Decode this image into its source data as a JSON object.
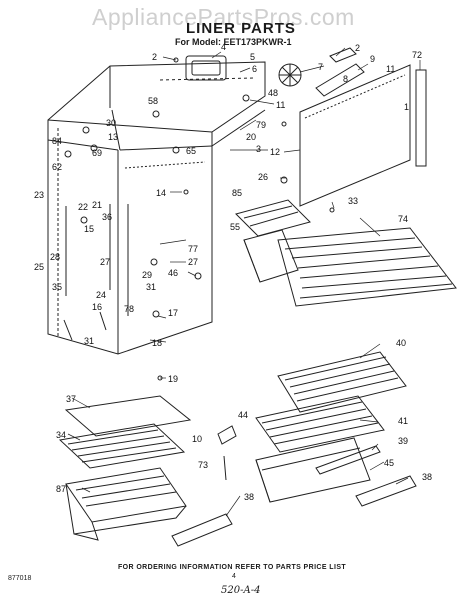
{
  "watermark": "AppliancePartsPros.com",
  "header": {
    "title": "LINER PARTS",
    "model_label": "For Model: EET173PKWR-1"
  },
  "footer": {
    "ordering_note": "FOR ORDERING INFORMATION REFER TO PARTS PRICE LIST",
    "doc_code": "877018",
    "page_number": "4",
    "handwritten": "520-A-4"
  },
  "callouts": [
    {
      "id": "c2a",
      "label": "2"
    },
    {
      "id": "c4",
      "label": "4"
    },
    {
      "id": "c2b",
      "label": "2"
    },
    {
      "id": "c5",
      "label": "5"
    },
    {
      "id": "c6",
      "label": "6"
    },
    {
      "id": "c7",
      "label": "7"
    },
    {
      "id": "c8",
      "label": "8"
    },
    {
      "id": "c9",
      "label": "9"
    },
    {
      "id": "c11a",
      "label": "11"
    },
    {
      "id": "c72",
      "label": "72"
    },
    {
      "id": "c48",
      "label": "48"
    },
    {
      "id": "c11b",
      "label": "11"
    },
    {
      "id": "c58",
      "label": "58"
    },
    {
      "id": "c30",
      "label": "30"
    },
    {
      "id": "c13",
      "label": "13"
    },
    {
      "id": "c84",
      "label": "84"
    },
    {
      "id": "c69",
      "label": "69"
    },
    {
      "id": "c62",
      "label": "62"
    },
    {
      "id": "c65",
      "label": "65"
    },
    {
      "id": "c3",
      "label": "3"
    },
    {
      "id": "c79",
      "label": "79"
    },
    {
      "id": "c20",
      "label": "20"
    },
    {
      "id": "c12",
      "label": "12"
    },
    {
      "id": "c1",
      "label": "1"
    },
    {
      "id": "c26",
      "label": "26"
    },
    {
      "id": "c23",
      "label": "23"
    },
    {
      "id": "c22",
      "label": "22"
    },
    {
      "id": "c21",
      "label": "21"
    },
    {
      "id": "c36",
      "label": "36"
    },
    {
      "id": "c14",
      "label": "14"
    },
    {
      "id": "c85",
      "label": "85"
    },
    {
      "id": "c33",
      "label": "33"
    },
    {
      "id": "c15",
      "label": "15"
    },
    {
      "id": "c28",
      "label": "28"
    },
    {
      "id": "c25",
      "label": "25"
    },
    {
      "id": "c55",
      "label": "55"
    },
    {
      "id": "c74",
      "label": "74"
    },
    {
      "id": "c77",
      "label": "77"
    },
    {
      "id": "c27a",
      "label": "27"
    },
    {
      "id": "c27b",
      "label": "27"
    },
    {
      "id": "c29",
      "label": "29"
    },
    {
      "id": "c46",
      "label": "46"
    },
    {
      "id": "c35",
      "label": "35"
    },
    {
      "id": "c24",
      "label": "24"
    },
    {
      "id": "c31a",
      "label": "31"
    },
    {
      "id": "c16",
      "label": "16"
    },
    {
      "id": "c78",
      "label": "78"
    },
    {
      "id": "c17",
      "label": "17"
    },
    {
      "id": "c31b",
      "label": "31"
    },
    {
      "id": "c18",
      "label": "18"
    },
    {
      "id": "c19",
      "label": "19"
    },
    {
      "id": "c40",
      "label": "40"
    },
    {
      "id": "c37",
      "label": "37"
    },
    {
      "id": "c44",
      "label": "44"
    },
    {
      "id": "c41",
      "label": "41"
    },
    {
      "id": "c10",
      "label": "10"
    },
    {
      "id": "c39",
      "label": "39"
    },
    {
      "id": "c34",
      "label": "34"
    },
    {
      "id": "c73",
      "label": "73"
    },
    {
      "id": "c45",
      "label": "45"
    },
    {
      "id": "c38a",
      "label": "38"
    },
    {
      "id": "c87",
      "label": "87"
    },
    {
      "id": "c38b",
      "label": "38"
    }
  ]
}
